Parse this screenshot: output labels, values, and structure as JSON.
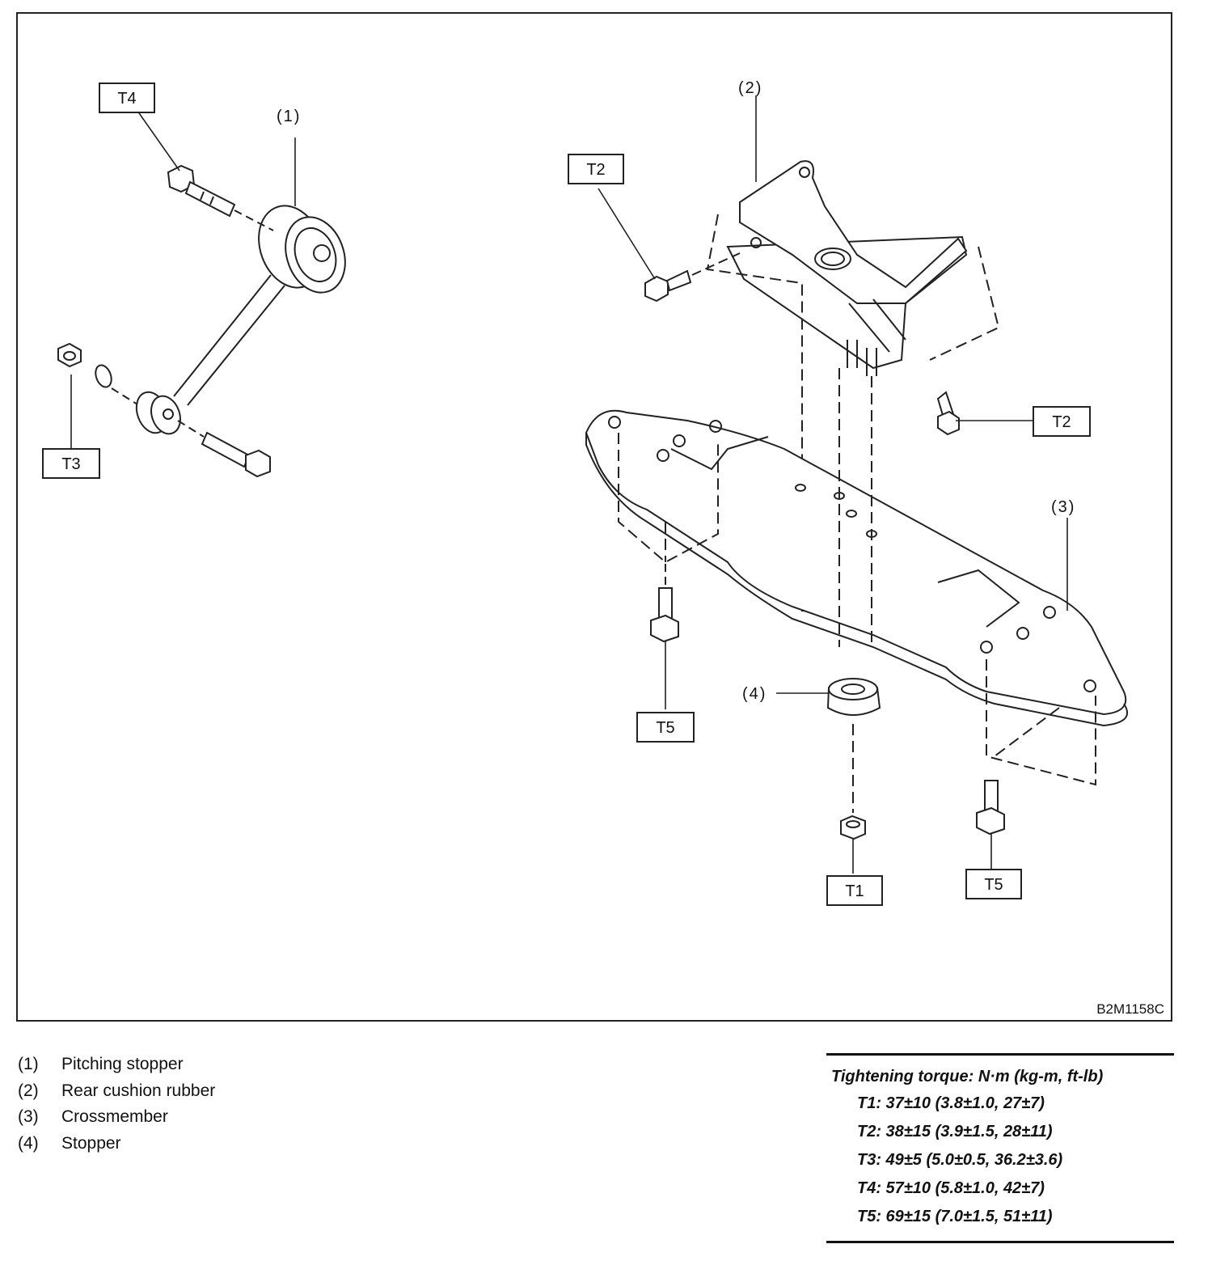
{
  "figure": {
    "figure_id": "B2M1158C",
    "callouts": {
      "c1": "(1)",
      "c2": "(2)",
      "c3": "(3)",
      "c4": "(4)"
    },
    "torque_labels": {
      "t4": "T4",
      "t3": "T3",
      "t2a": "T2",
      "t2b": "T2",
      "t5a": "T5",
      "t5b": "T5",
      "t1": "T1"
    }
  },
  "legend": [
    {
      "num": "(1)",
      "label": "Pitching stopper"
    },
    {
      "num": "(2)",
      "label": "Rear cushion rubber"
    },
    {
      "num": "(3)",
      "label": "Crossmember"
    },
    {
      "num": "(4)",
      "label": "Stopper"
    }
  ],
  "torque": {
    "heading": "Tightening torque: N·m (kg-m, ft-lb)",
    "rows": [
      "T1: 37±10 (3.8±1.0, 27±7)",
      "T2: 38±15 (3.9±1.5, 28±11)",
      "T3: 49±5 (5.0±0.5, 36.2±3.6)",
      "T4: 57±10 (5.8±1.0, 42±7)",
      "T5: 69±15 (7.0±1.5, 51±11)"
    ]
  }
}
